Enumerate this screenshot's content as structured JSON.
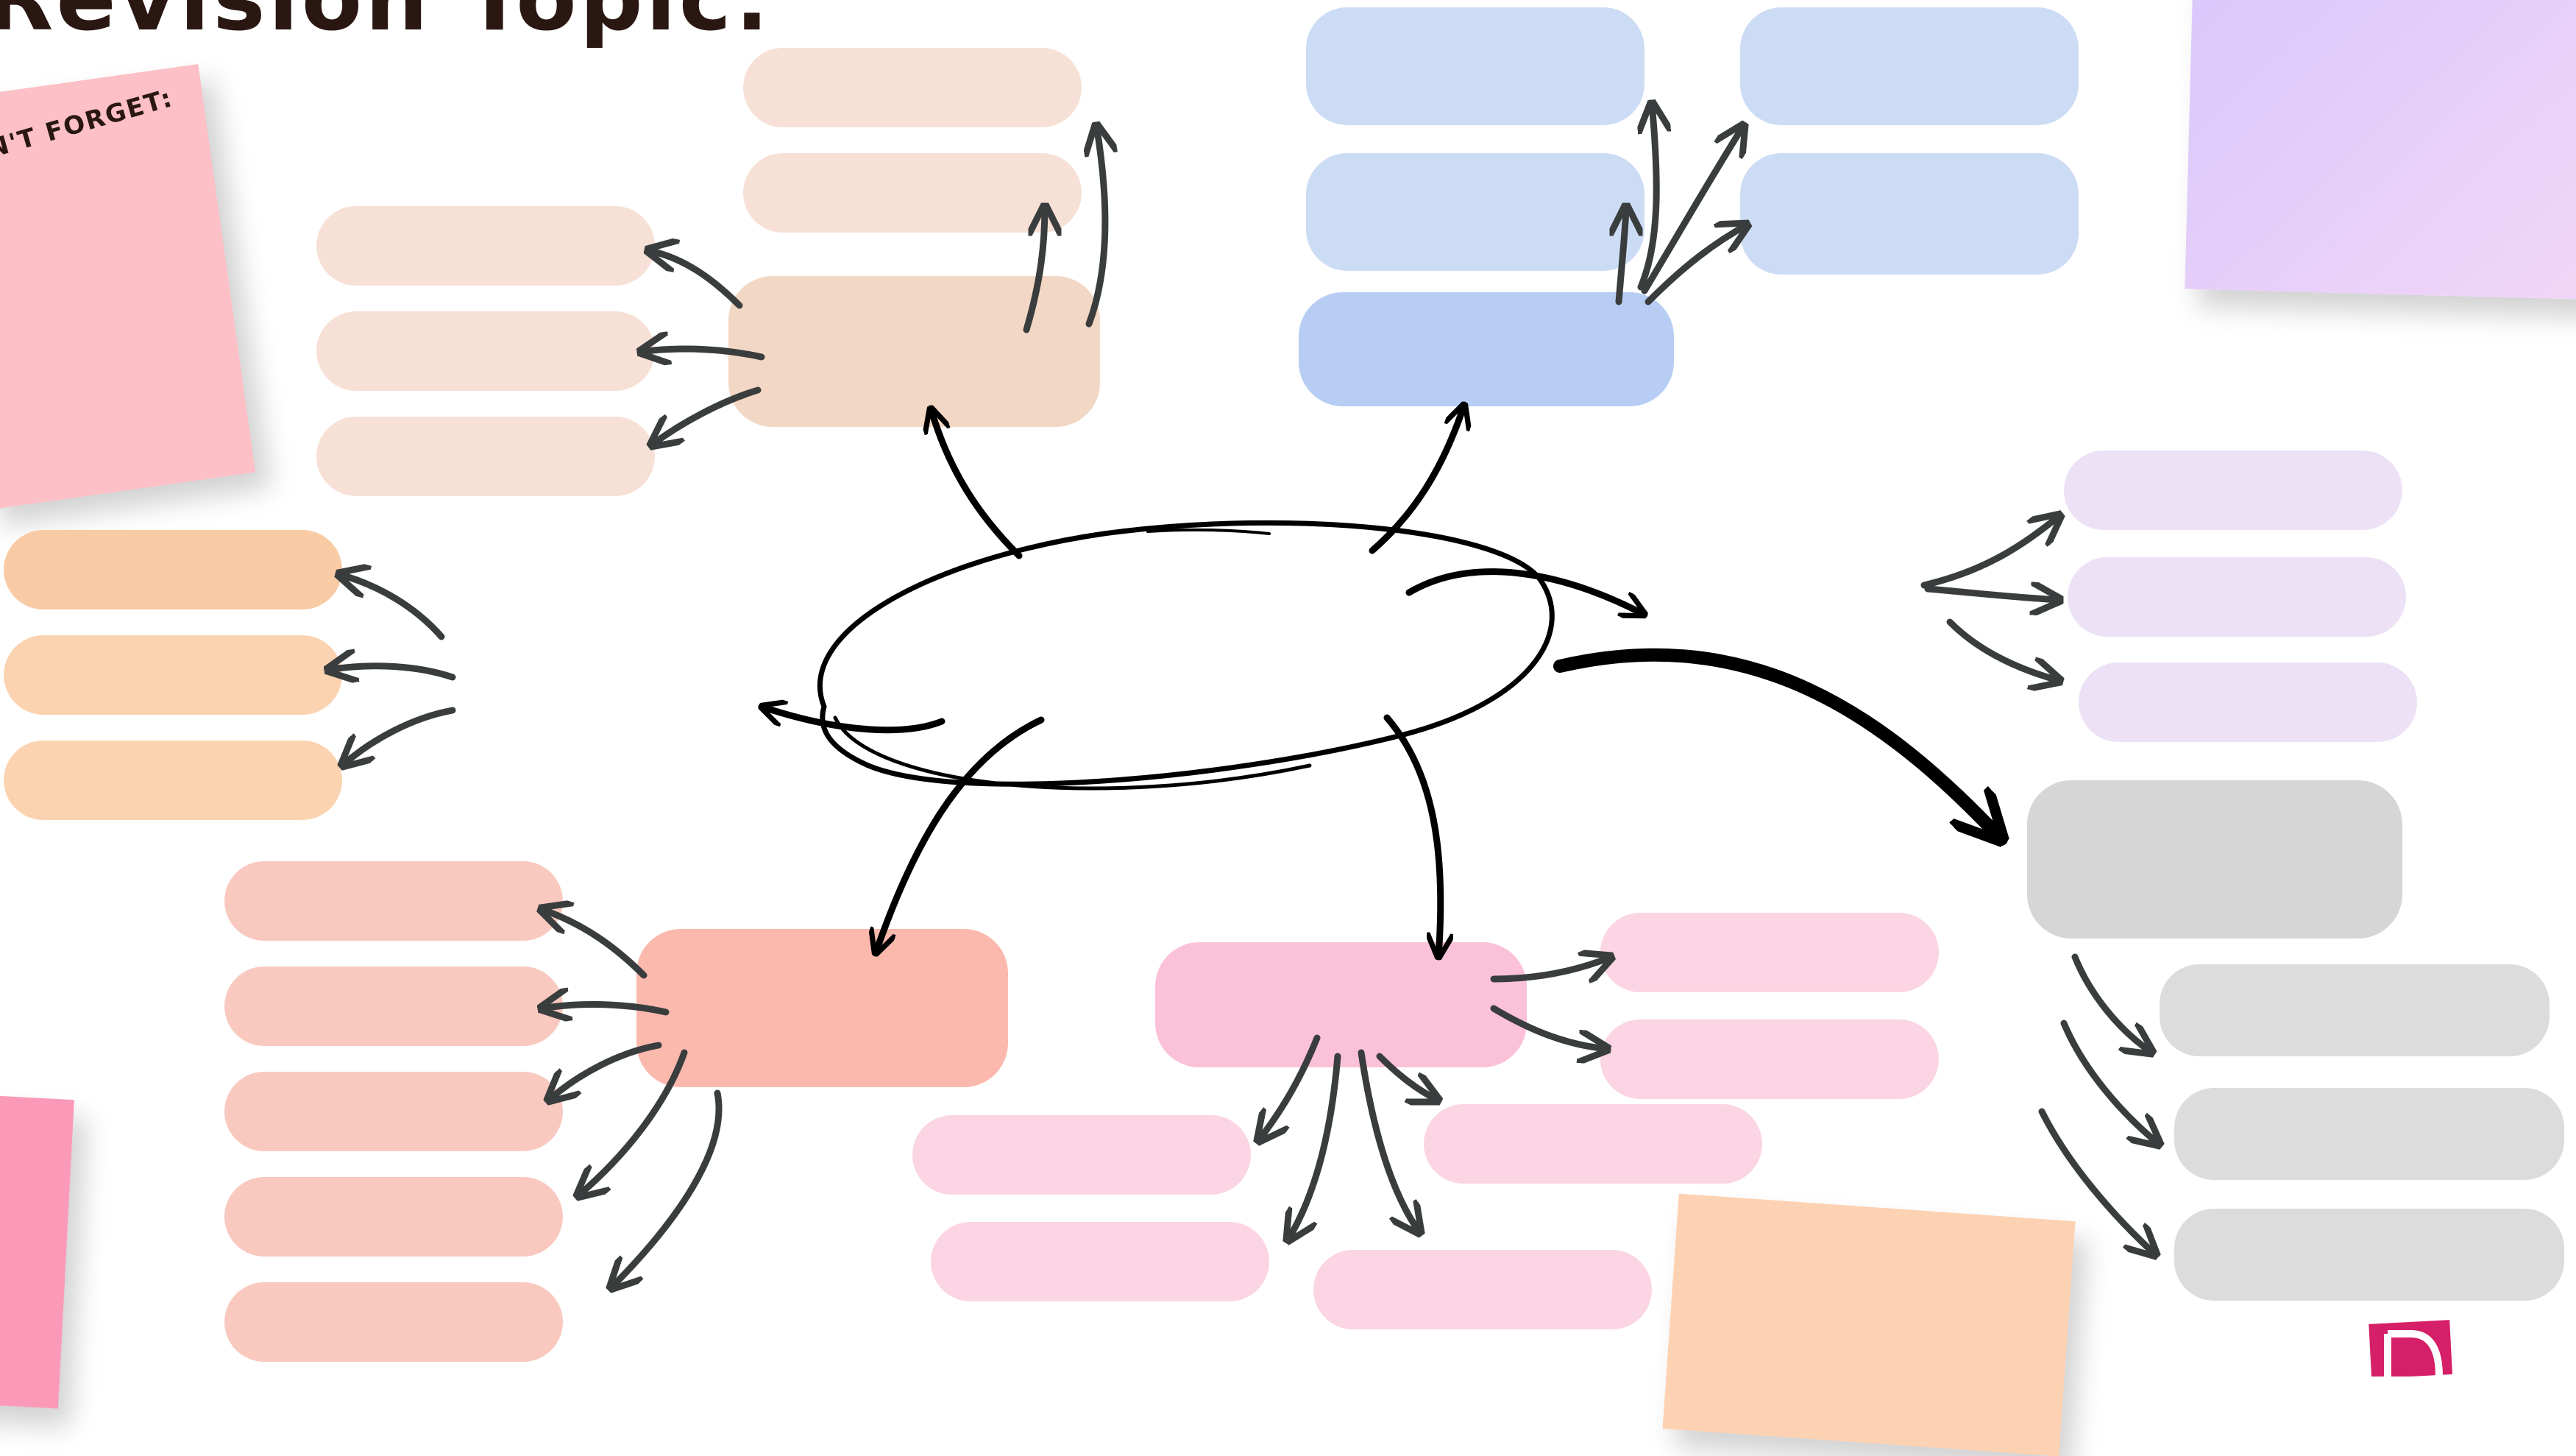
{
  "page": {
    "title": "Revision Topic:"
  },
  "sticky_notes": {
    "top_left": {
      "label": "DON'T FORGET:",
      "color": "#fcc0c6"
    },
    "top_right": {
      "color": "#ecd2fb"
    },
    "bottom_left": {
      "color": "#fb9ab8"
    },
    "bottom_center": {
      "color": "#fdd2b3"
    }
  },
  "palette": {
    "peach": "#f3d7c5",
    "peach_light": "#f7e1d6",
    "blue": "#cddcf5",
    "blue_hub": "#b7cdf3",
    "orange": "#fbd3b0",
    "coral": "#f9c9c0",
    "coral_hub": "#fbb9ae",
    "pink": "#fbd5e3",
    "pink_hub": "#fbc1d9",
    "lavender": "#ede1f6",
    "gray": "#dcdcdc",
    "gray_hub": "#d6d6d6",
    "arrow_dark": "#3a3d3d",
    "arrow_black": "#000000"
  },
  "logo": {
    "color": "#d61f69",
    "name": "brand-logo"
  }
}
